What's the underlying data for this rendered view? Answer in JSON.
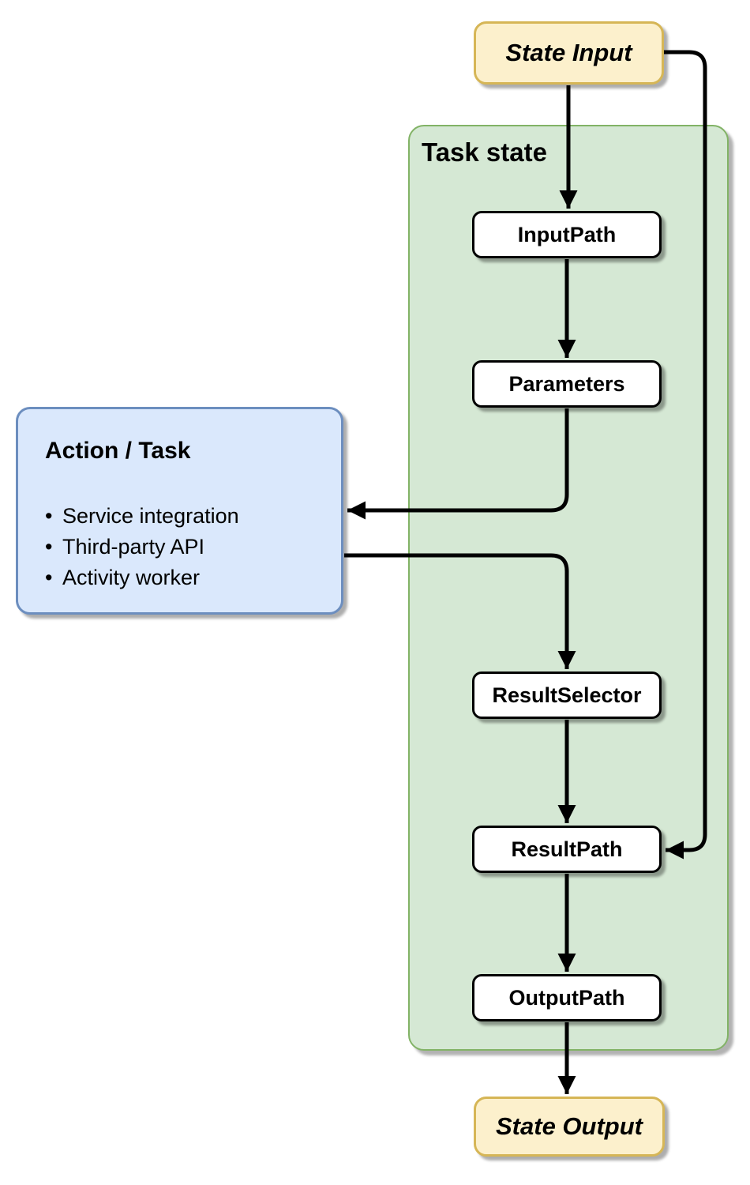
{
  "diagram": {
    "state_input": {
      "label": "State Input"
    },
    "task_state": {
      "label": "Task state"
    },
    "steps": [
      {
        "id": "input-path",
        "label": "InputPath"
      },
      {
        "id": "parameters",
        "label": "Parameters"
      },
      {
        "id": "result-selector",
        "label": "ResultSelector"
      },
      {
        "id": "result-path",
        "label": "ResultPath"
      },
      {
        "id": "output-path",
        "label": "OutputPath"
      }
    ],
    "action_task": {
      "title": "Action / Task",
      "bullet": "•",
      "items": [
        "Service integration",
        "Third-party API",
        "Activity worker"
      ]
    },
    "state_output": {
      "label": "State Output"
    },
    "edges": [
      {
        "from": "state-input",
        "to": "input-path"
      },
      {
        "from": "state-input",
        "to": "result-path"
      },
      {
        "from": "input-path",
        "to": "parameters"
      },
      {
        "from": "parameters",
        "to": "action-task"
      },
      {
        "from": "action-task",
        "to": "result-selector"
      },
      {
        "from": "result-selector",
        "to": "result-path"
      },
      {
        "from": "result-path",
        "to": "output-path"
      },
      {
        "from": "output-path",
        "to": "state-output"
      }
    ]
  },
  "colors": {
    "yellow_fill": "#FCF0CC",
    "yellow_border": "#D6B656",
    "green_fill": "#D5E8D4",
    "green_border": "#82B366",
    "blue_fill": "#DAE8FC",
    "blue_border": "#6C8EBF",
    "step_fill": "#FFFFFF",
    "step_border": "#000000",
    "arrow_color": "#000000"
  }
}
